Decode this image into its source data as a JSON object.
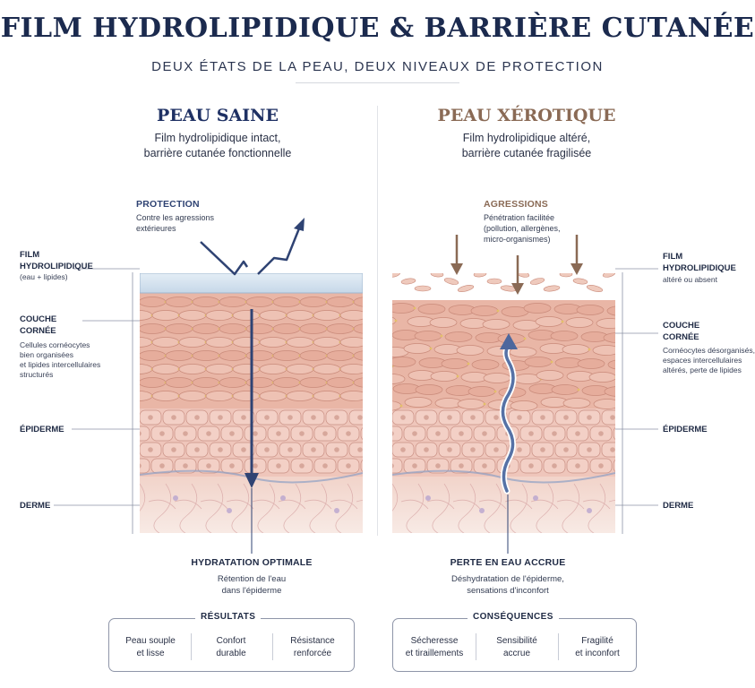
{
  "header": {
    "title": "FILM HYDROLIPIDIQUE & BARRIÈRE CUTANÉE",
    "subtitle": "DEUX ÉTATS DE LA PEAU, DEUX NIVEAUX DE PROTECTION"
  },
  "left": {
    "title": "PEAU SAINE",
    "subtitle_line1": "Film hydrolipidique intact,",
    "subtitle_line2": "barrière cutanée fonctionnelle",
    "title_color": "#1f3164",
    "protection_head": "PROTECTION",
    "protection_line1": "Contre les agressions",
    "protection_line2": "extérieures",
    "labels": {
      "film_head1": "FILM",
      "film_head2": "HYDROLIPIDIQUE",
      "film_text": "(eau + lipides)",
      "couche_head1": "COUCHE",
      "couche_head2": "CORNÉE",
      "couche_text1": "Cellules cornéocytes",
      "couche_text2": "bien organisées",
      "couche_text3": "et lipides intercellulaires",
      "couche_text4": "structurés",
      "epiderme": "ÉPIDERME",
      "derme": "DERME"
    },
    "bottom_head": "HYDRATATION OPTIMALE",
    "bottom_line1": "Rétention de l'eau",
    "bottom_line2": "dans l'épiderme",
    "box_label": "RÉSULTATS",
    "cells": [
      {
        "l1": "Peau souple",
        "l2": "et lisse"
      },
      {
        "l1": "Confort",
        "l2": "durable"
      },
      {
        "l1": "Résistance",
        "l2": "renforcée"
      }
    ]
  },
  "right": {
    "title": "PEAU XÉROTIQUE",
    "subtitle_line1": "Film hydrolipidique altéré,",
    "subtitle_line2": "barrière cutanée fragilisée",
    "title_color": "#8a6a55",
    "agressions_head": "AGRESSIONS",
    "agressions_line1": "Pénétration facilitée",
    "agressions_line2": "(pollution, allergènes,",
    "agressions_line3": "micro-organismes)",
    "labels": {
      "film_head1": "FILM",
      "film_head2": "HYDROLIPIDIQUE",
      "film_text": "altéré ou absent",
      "couche_head1": "COUCHE",
      "couche_head2": "CORNÉE",
      "couche_text1": "Cornéocytes désorganisés,",
      "couche_text2": "espaces intercellulaires",
      "couche_text3": "altérés, perte de lipides",
      "epiderme": "ÉPIDERME",
      "derme": "DERME"
    },
    "bottom_head": "PERTE EN EAU ACCRUE",
    "bottom_line1": "Déshydratation de l'épiderme,",
    "bottom_line2": "sensations d'inconfort",
    "box_label": "CONSÉQUENCES",
    "cells": [
      {
        "l1": "Sécheresse",
        "l2": "et tiraillements"
      },
      {
        "l1": "Sensibilité",
        "l2": "accrue"
      },
      {
        "l1": "Fragilité",
        "l2": "et inconfort"
      }
    ]
  },
  "colors": {
    "navy": "#2f4373",
    "brown": "#8a6a55",
    "film": "#d3e2ee",
    "corneum": "#e7b8a8",
    "epidermis": "#efc7bc",
    "dermis": "#f3dcd4",
    "lipid": "#e4c06a"
  }
}
